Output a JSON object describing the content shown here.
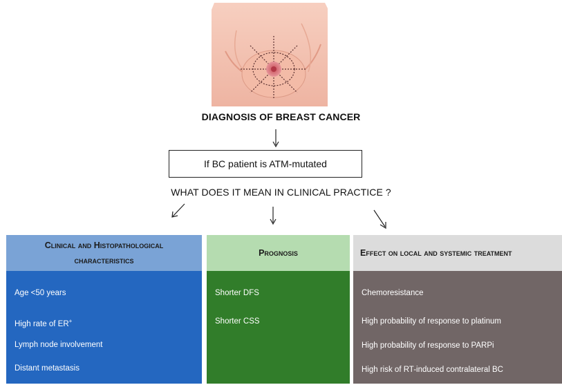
{
  "title": "DIAGNOSIS OF BREAST CANCER",
  "box_text": "If BC patient is ATM-mutated",
  "question": "WHAT DOES IT MEAN IN CLINICAL PRACTICE ?",
  "icons": {
    "illustration": "breast-examination-illustration",
    "arrow": "arrow-icon"
  },
  "colors": {
    "col1_header": "#7aa3d6",
    "col1_body": "#2467c0",
    "col2_header": "#b5dcb0",
    "col2_body": "#317d2a",
    "col3_header": "#dcdcdc",
    "col3_body": "#716666"
  },
  "columns": [
    {
      "header_line1": "Clinical and Histopathological",
      "header_line2": "characteristics",
      "items": [
        "Age <50 years",
        "High rate of ER",
        "Lymph node involvement",
        "Distant metastasis"
      ],
      "superscript": "+"
    },
    {
      "header": "Prognosis",
      "items": [
        "Shorter DFS",
        "Shorter CSS"
      ]
    },
    {
      "header": "Effect on local and systemic treatment",
      "items": [
        "Chemoresistance",
        "High probability of response to platinum",
        "High probability of response to PARPi",
        "High risk of RT-induced contralateral BC"
      ]
    }
  ]
}
